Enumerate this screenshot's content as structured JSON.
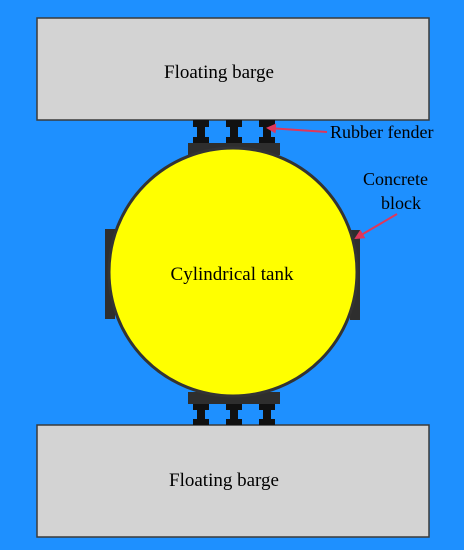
{
  "labels": {
    "top_barge": "Floating barge",
    "bottom_barge": "Floating barge",
    "tank": "Cylindrical tank",
    "fender": "Rubber fender",
    "concrete_line1": "Concrete",
    "concrete_line2": "block"
  },
  "colors": {
    "water": "#1e90ff",
    "barge_fill": "#d3d3d3",
    "barge_stroke": "#3a3a3a",
    "tank_fill": "#ffff00",
    "tank_stroke": "#333333",
    "block": "#2e2e2e",
    "fender": "#111111",
    "arrow": "#e0375a"
  }
}
